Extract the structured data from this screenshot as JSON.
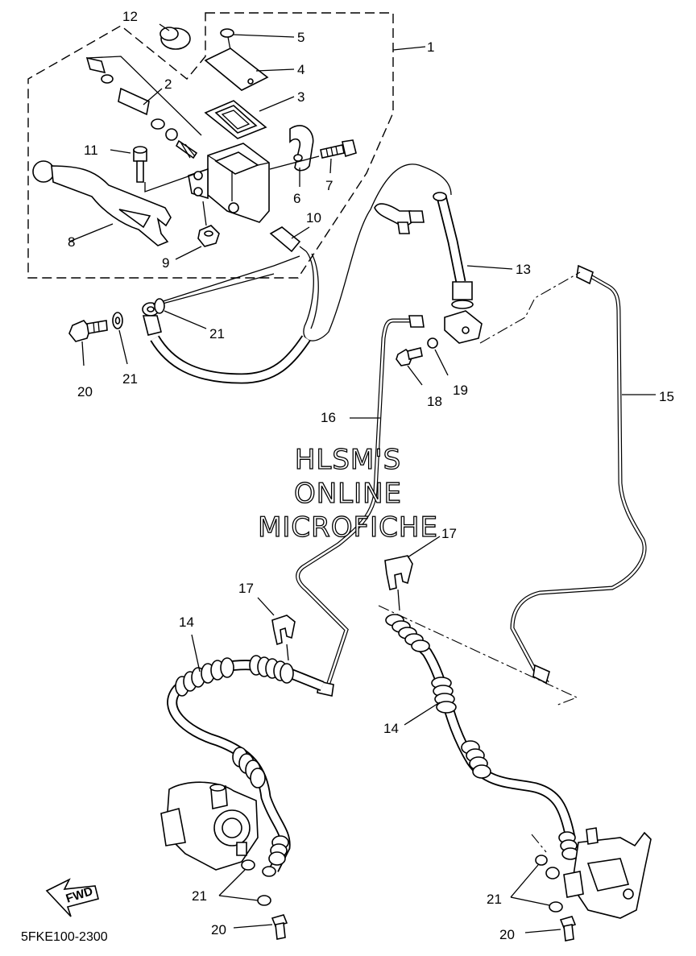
{
  "diagram": {
    "callouts": [
      {
        "id": "c1",
        "text": "1"
      },
      {
        "id": "c2",
        "text": "2"
      },
      {
        "id": "c3",
        "text": "3"
      },
      {
        "id": "c4",
        "text": "4"
      },
      {
        "id": "c5",
        "text": "5"
      },
      {
        "id": "c6",
        "text": "6"
      },
      {
        "id": "c7",
        "text": "7"
      },
      {
        "id": "c8",
        "text": "8"
      },
      {
        "id": "c9",
        "text": "9"
      },
      {
        "id": "c10",
        "text": "10"
      },
      {
        "id": "c11",
        "text": "11"
      },
      {
        "id": "c12",
        "text": "12"
      },
      {
        "id": "c13",
        "text": "13"
      },
      {
        "id": "c14a",
        "text": "14"
      },
      {
        "id": "c14b",
        "text": "14"
      },
      {
        "id": "c15",
        "text": "15"
      },
      {
        "id": "c16",
        "text": "16"
      },
      {
        "id": "c17a",
        "text": "17"
      },
      {
        "id": "c17b",
        "text": "17"
      },
      {
        "id": "c18",
        "text": "18"
      },
      {
        "id": "c19",
        "text": "19"
      },
      {
        "id": "c20a",
        "text": "20"
      },
      {
        "id": "c20b",
        "text": "20"
      },
      {
        "id": "c20c",
        "text": "20"
      },
      {
        "id": "c21a",
        "text": "21"
      },
      {
        "id": "c21b",
        "text": "21"
      },
      {
        "id": "c21c",
        "text": "21"
      },
      {
        "id": "c21d",
        "text": "21"
      }
    ],
    "watermark": [
      "HLSM'S",
      "ONLINE",
      "MICROFICHE"
    ],
    "direction_badge": "FWD",
    "diagram_code": "5FKE100-2300"
  }
}
